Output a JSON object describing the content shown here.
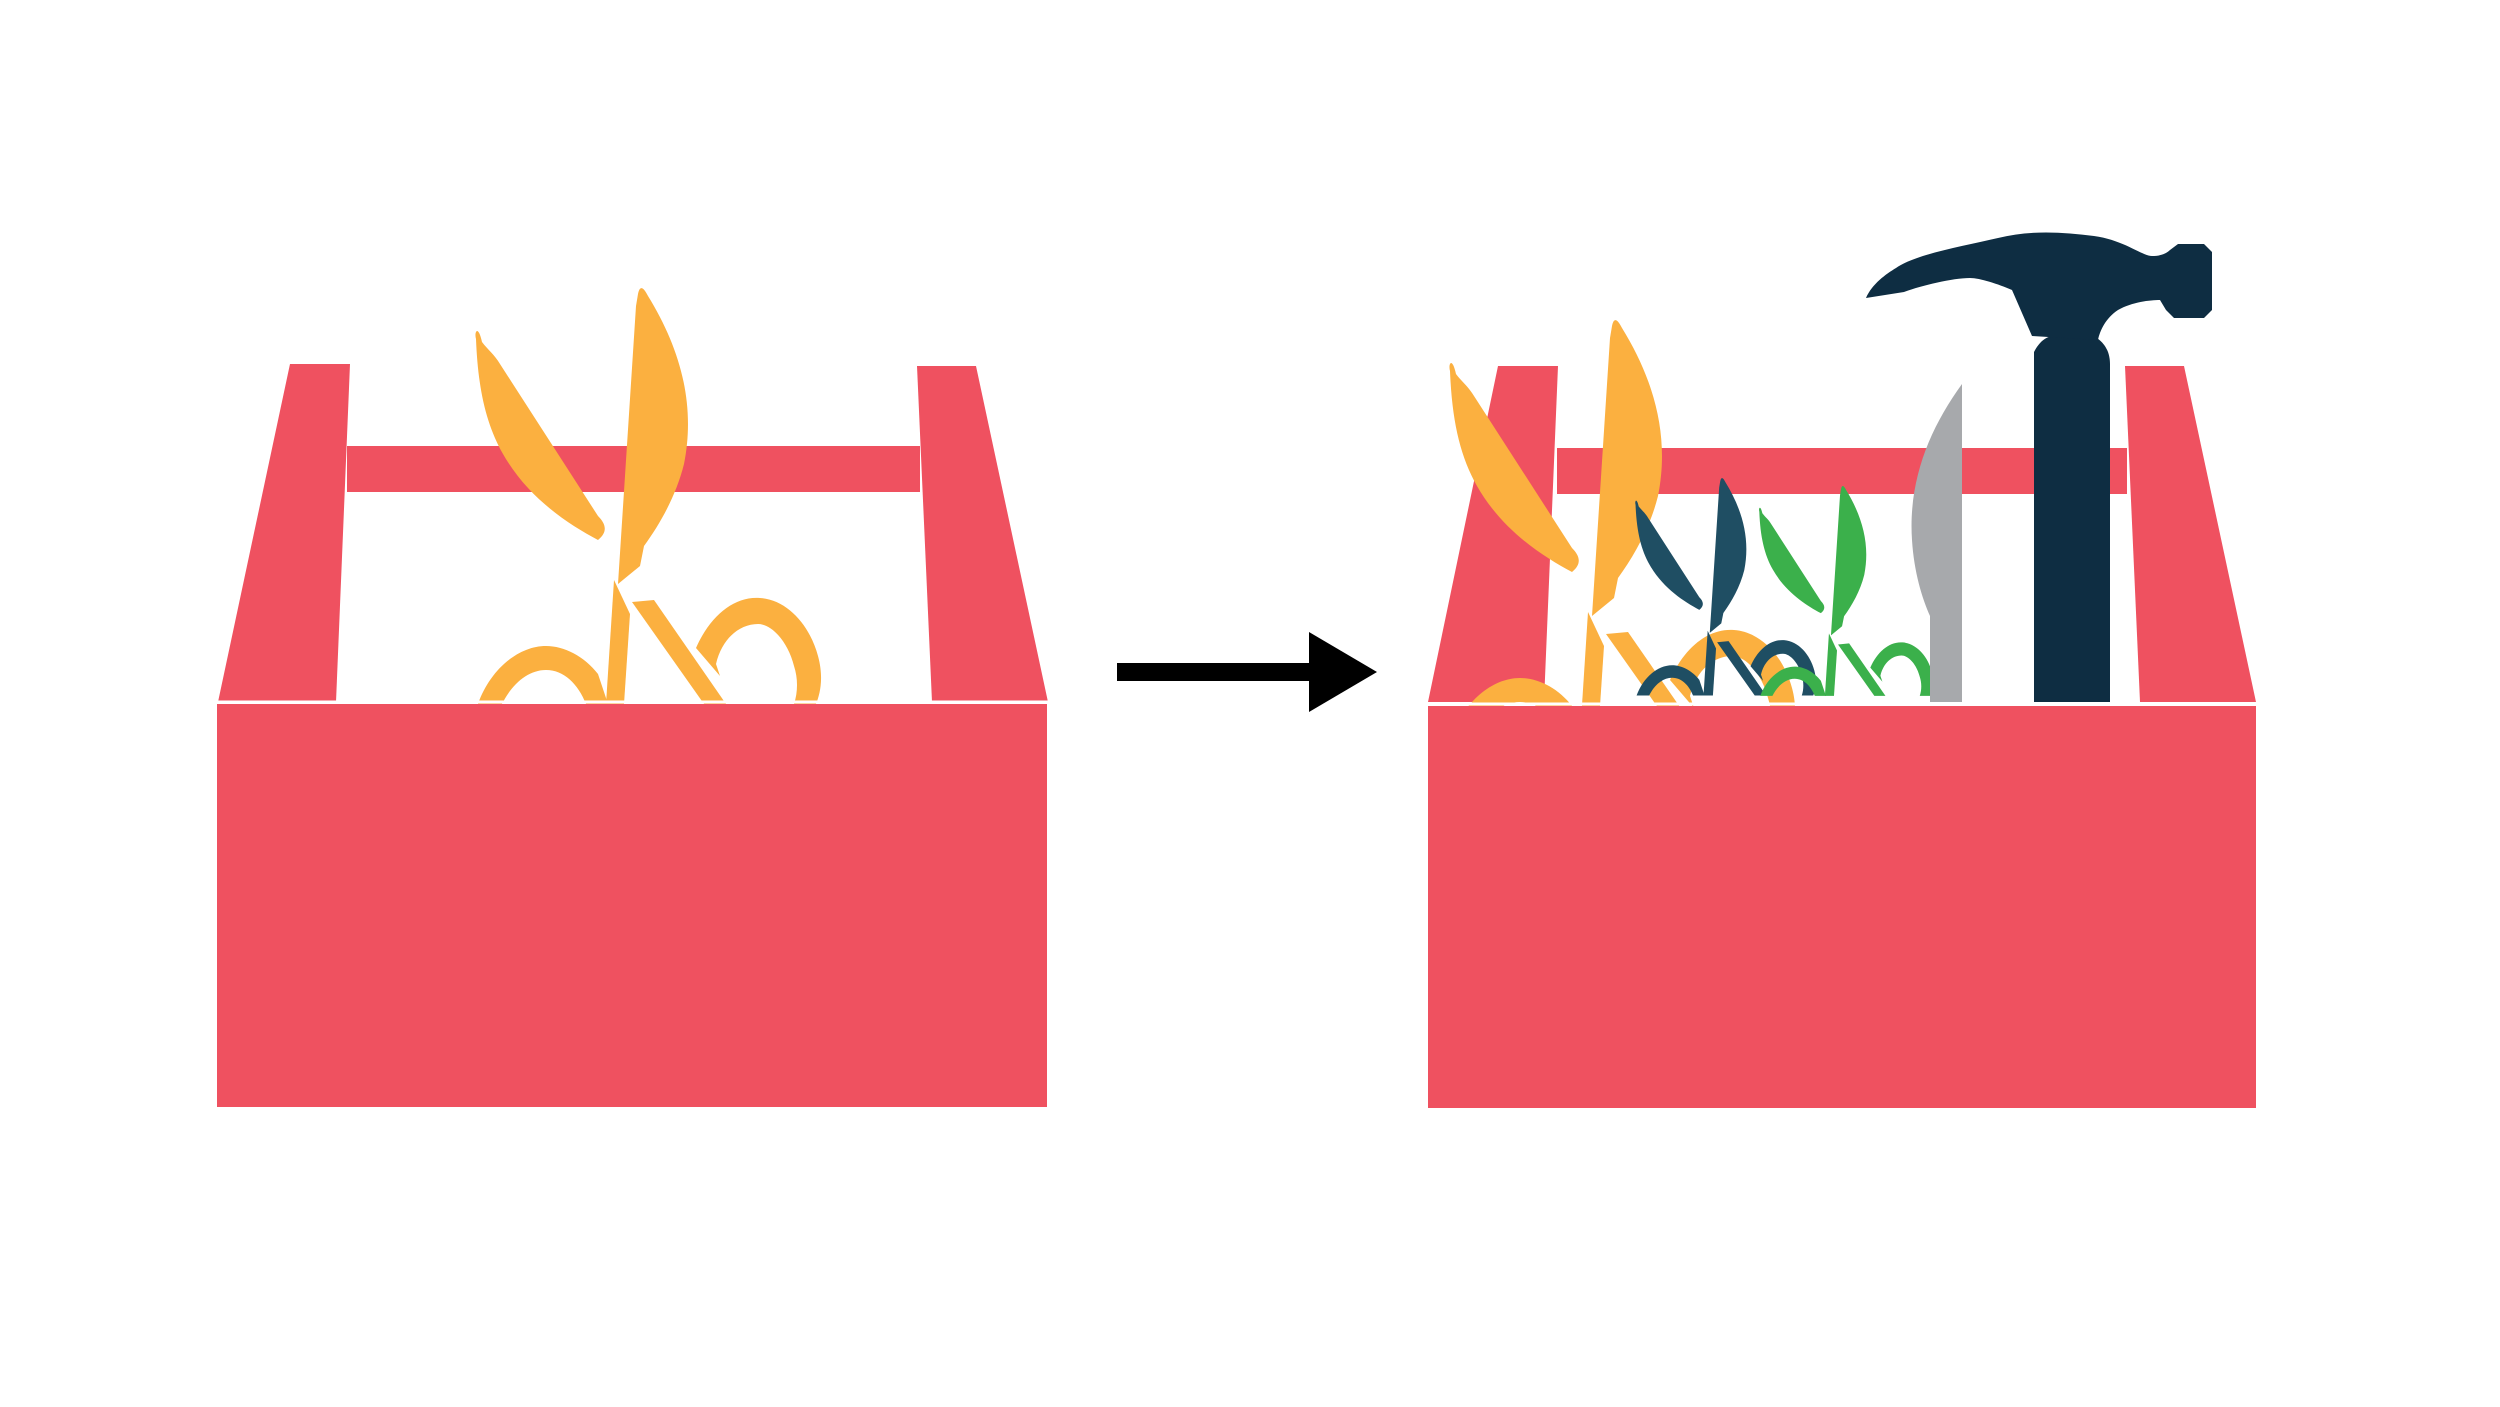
{
  "diagram": {
    "panels": [
      {
        "id": "before",
        "contents": [
          "scissors"
        ]
      },
      {
        "id": "after",
        "contents": [
          "scissors",
          "scissors",
          "scissors",
          "knife",
          "hammer"
        ]
      }
    ],
    "connector": "right-arrow-icon"
  },
  "colors": {
    "background": "#ffffff",
    "toolbox": "#ef5160",
    "scissors_primary": "#fbb040",
    "scissors_secondary": "#1f4e63",
    "scissors_tertiary": "#3bb04b",
    "knife": "#a7a9ac",
    "hammer": "#0e2d42",
    "arrow": "#000000"
  }
}
